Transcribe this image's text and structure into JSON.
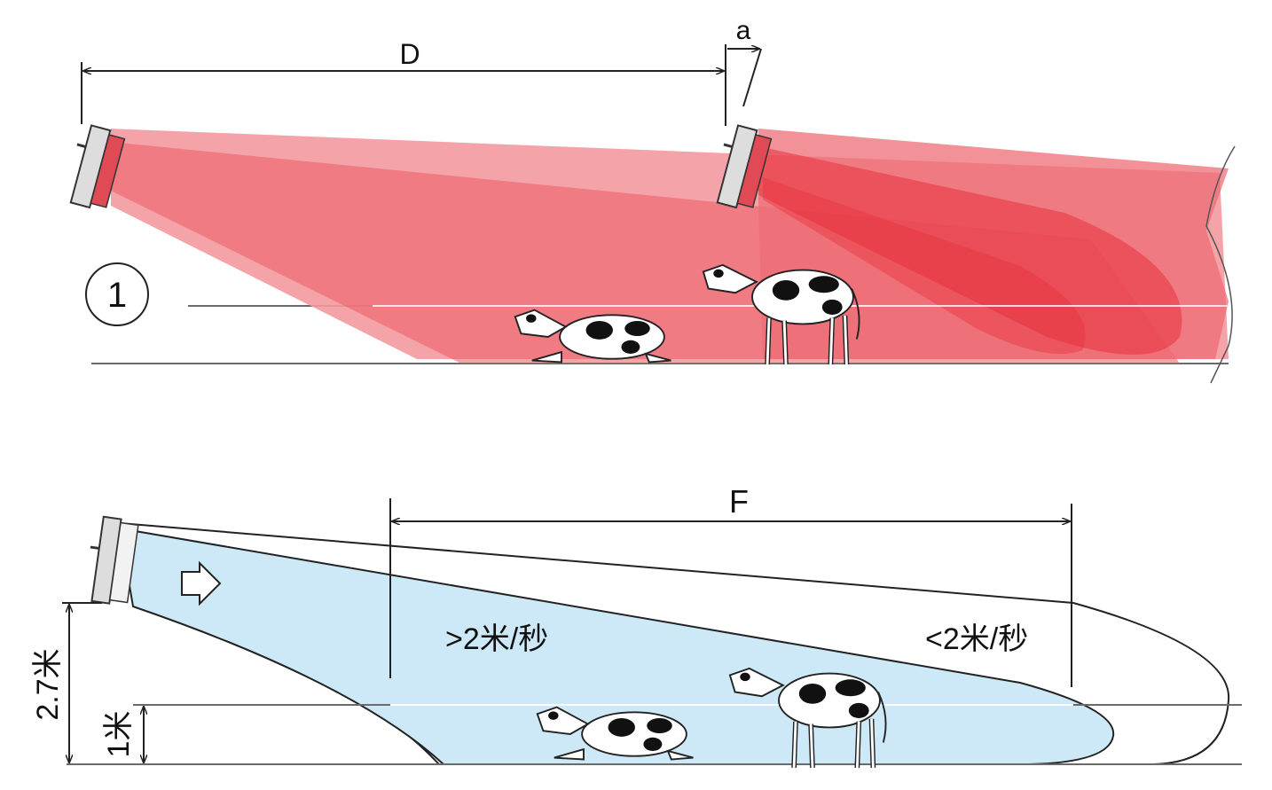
{
  "colors": {
    "red_beam": "#e8323e",
    "red_beam_light": "#f39aa0",
    "blue_fill": "#cde9f7",
    "outline": "#222222",
    "line": "#6a6a6a"
  },
  "top_diagram": {
    "distance_label": "D",
    "angle_label": "a",
    "zone_number": "1"
  },
  "bottom_diagram": {
    "range_label": "F",
    "speed_high": ">2米/秒",
    "speed_low": "<2米/秒",
    "height_mount": "2.7米",
    "height_reference": "1米",
    "airflow_icon": "arrow-right-icon"
  }
}
